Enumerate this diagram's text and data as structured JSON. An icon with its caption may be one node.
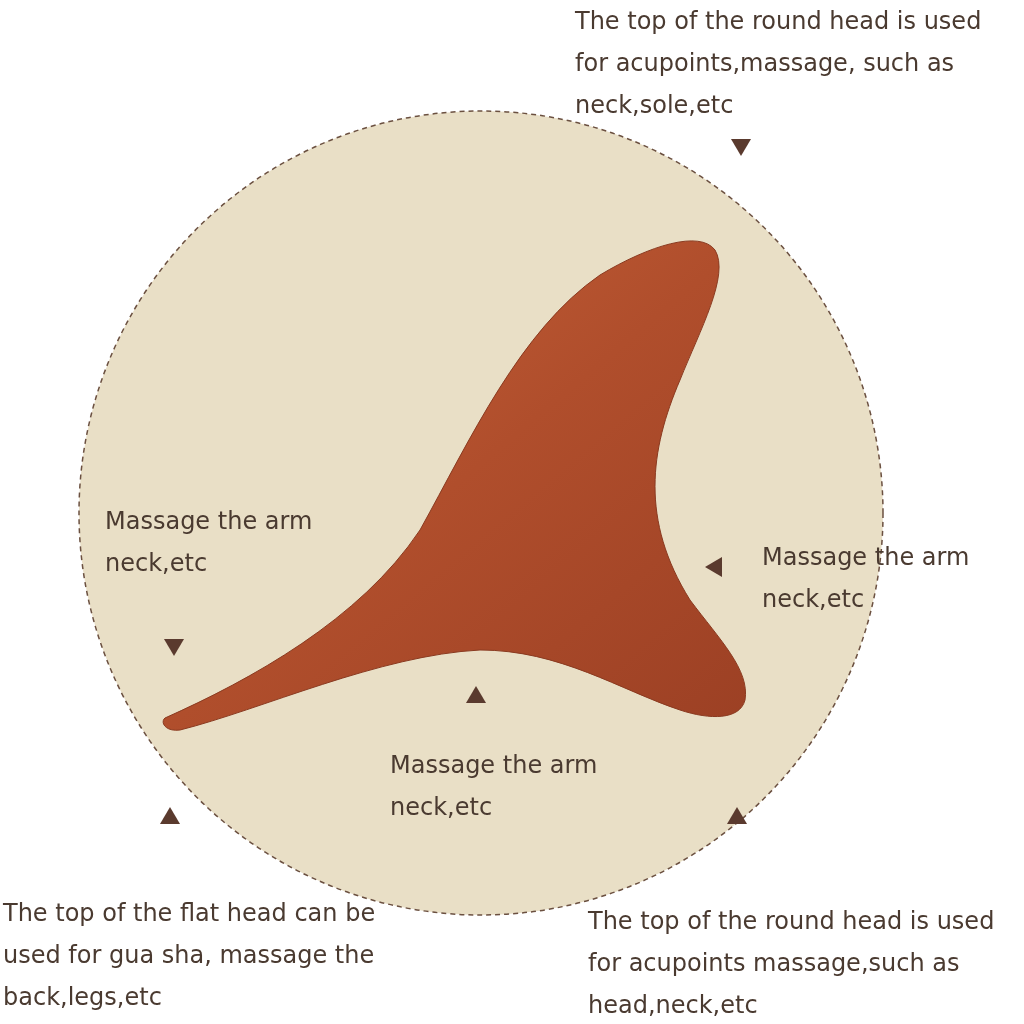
{
  "diagram": {
    "labels": [
      "The top of the round head is used for acupoints,massage, such as neck,sole,etc",
      "Massage the arm neck,etc",
      "Massage the arm neck,etc",
      "Massage the arm neck,etc",
      "The top of the flat head can be used for gua sha, massage the back,legs,etc",
      "The top of the round head is used for acupoints massage,such as head,neck,etc"
    ]
  }
}
